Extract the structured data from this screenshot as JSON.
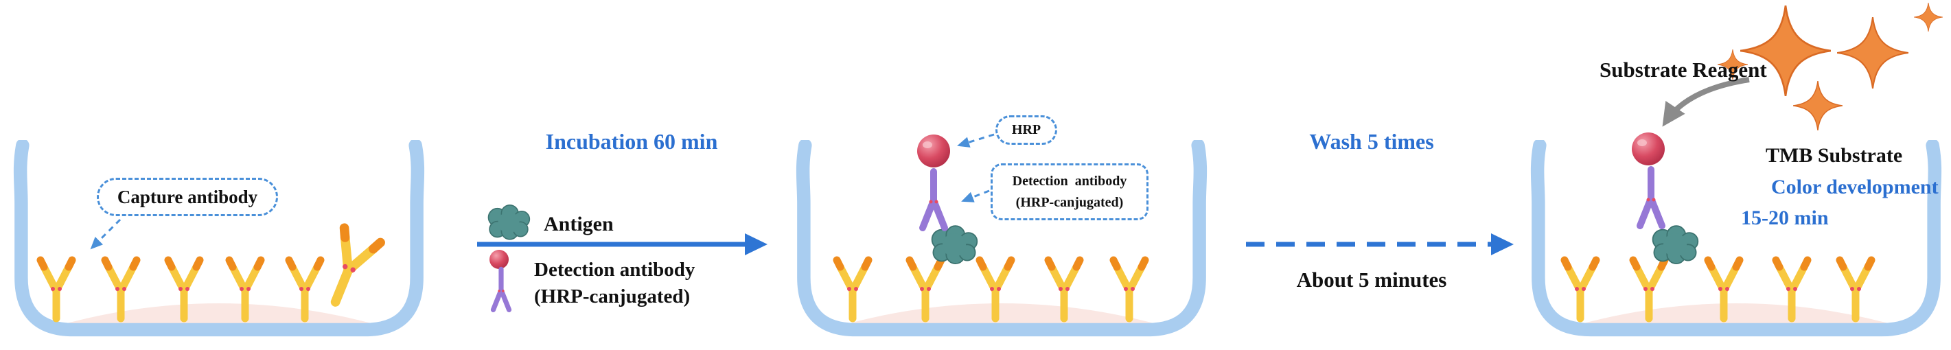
{
  "colors": {
    "accent_blue": "#2b6fd0",
    "well_blue": "#a9cdf0",
    "antibody_yellow": "#f7c83f",
    "antibody_tip_orange": "#ef8b1c",
    "antigen_teal": "#53928f",
    "detection_purple": "#9678d6",
    "hrp_red": "#cf3a55",
    "star_orange": "#ef8a3e",
    "floor_pink": "#fae7e3"
  },
  "icons": {
    "capture_antibody": "capture-antibody-icon",
    "detection_antibody": "detection-antibody-icon",
    "antigen": "antigen-icon",
    "hrp": "hrp-sphere-icon",
    "sparkle": "sparkle-icon",
    "well": "microplate-well"
  },
  "step1": {
    "capture_label": "Capture antibody"
  },
  "step2": {
    "title": "Incubation 60 min",
    "antigen_label": "Antigen",
    "detection_label_line1": "Detection antibody",
    "detection_label_line2": "(HRP-canjugated)"
  },
  "step3": {
    "hrp_label": "HRP",
    "detection_box_line1": "Detection  antibody",
    "detection_box_line2": "(HRP-canjugated)"
  },
  "step4": {
    "title": "Wash 5 times",
    "subtitle": "About 5 minutes"
  },
  "step5": {
    "substrate_label": "Substrate Reagent",
    "line1": "TMB Substrate",
    "line2": "Color development",
    "line3": "15-20 min"
  }
}
